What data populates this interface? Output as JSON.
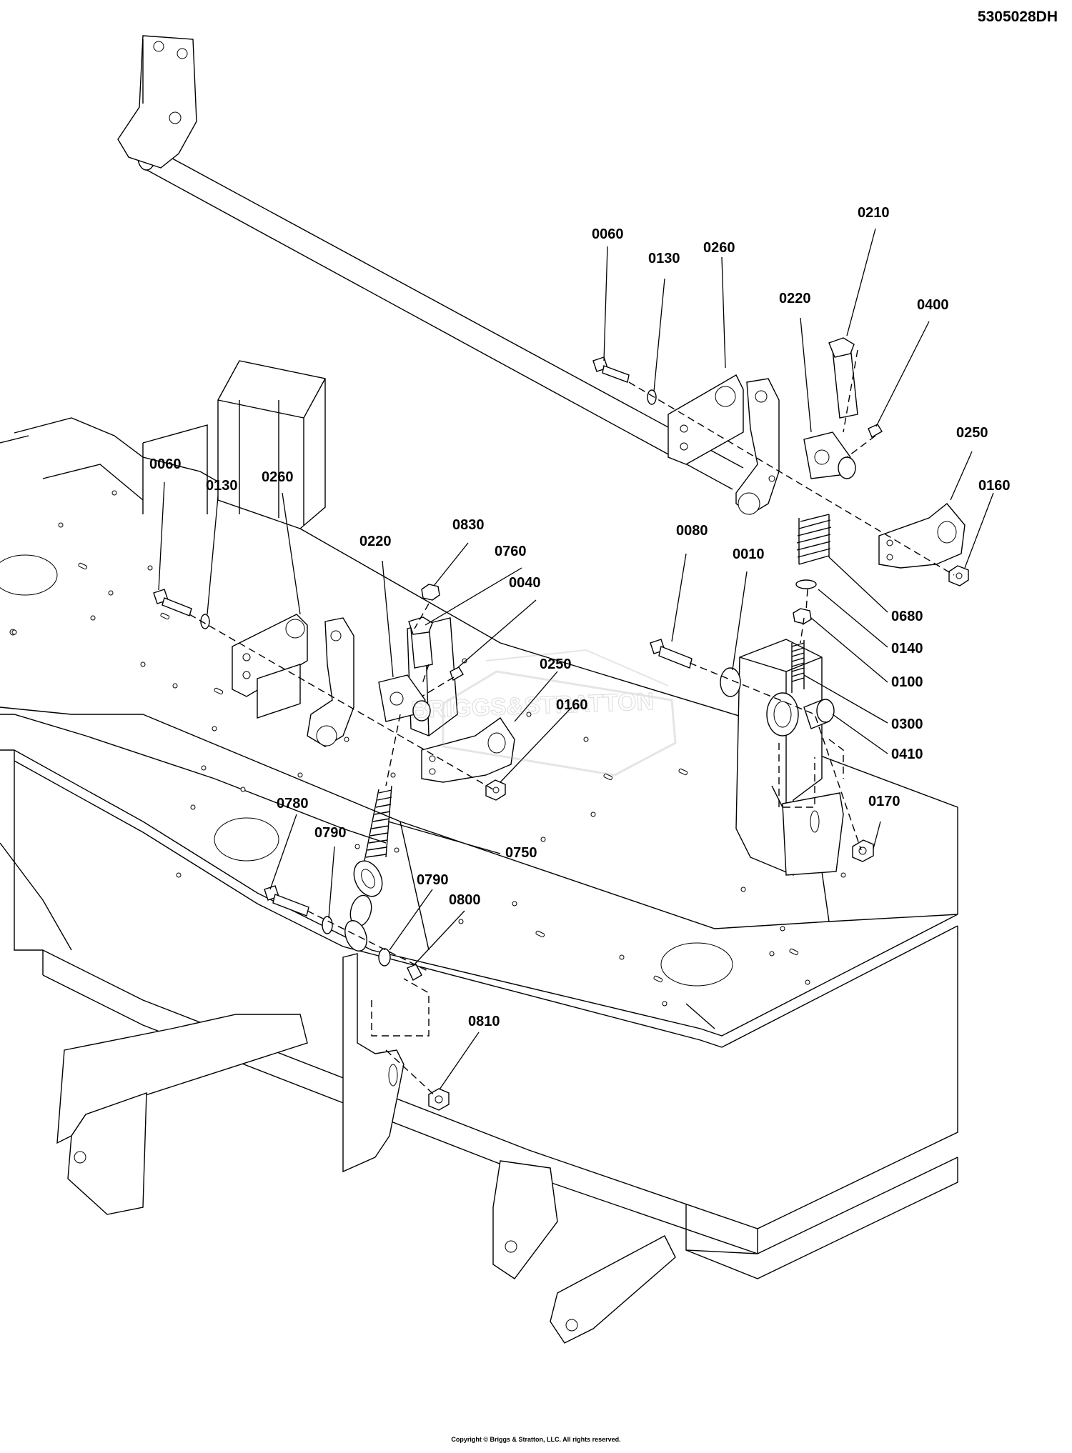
{
  "document": {
    "id": "5305028DH",
    "copyright": "Copyright © Briggs & Stratton, LLC. All rights reserved."
  },
  "watermark": {
    "text": "BRIGGS&STRATTON"
  },
  "callouts": [
    {
      "key": "c-0060-top",
      "label": "0060"
    },
    {
      "key": "c-0130-top",
      "label": "0130"
    },
    {
      "key": "c-0260-top",
      "label": "0260"
    },
    {
      "key": "c-0210",
      "label": "0210"
    },
    {
      "key": "c-0220-top",
      "label": "0220"
    },
    {
      "key": "c-0400",
      "label": "0400"
    },
    {
      "key": "c-0250-top",
      "label": "0250"
    },
    {
      "key": "c-0160-top",
      "label": "0160"
    },
    {
      "key": "c-0060-left",
      "label": "0060"
    },
    {
      "key": "c-0130-left",
      "label": "0130"
    },
    {
      "key": "c-0260-left",
      "label": "0260"
    },
    {
      "key": "c-0220-left",
      "label": "0220"
    },
    {
      "key": "c-0830",
      "label": "0830"
    },
    {
      "key": "c-0760",
      "label": "0760"
    },
    {
      "key": "c-0040",
      "label": "0040"
    },
    {
      "key": "c-0250-left",
      "label": "0250"
    },
    {
      "key": "c-0160-left",
      "label": "0160"
    },
    {
      "key": "c-0080",
      "label": "0080"
    },
    {
      "key": "c-0010",
      "label": "0010"
    },
    {
      "key": "c-0680",
      "label": "0680"
    },
    {
      "key": "c-0140",
      "label": "0140"
    },
    {
      "key": "c-0100",
      "label": "0100"
    },
    {
      "key": "c-0300",
      "label": "0300"
    },
    {
      "key": "c-0410",
      "label": "0410"
    },
    {
      "key": "c-0170",
      "label": "0170"
    },
    {
      "key": "c-0780",
      "label": "0780"
    },
    {
      "key": "c-0790-a",
      "label": "0790"
    },
    {
      "key": "c-0750",
      "label": "0750"
    },
    {
      "key": "c-0790-b",
      "label": "0790"
    },
    {
      "key": "c-0800",
      "label": "0800"
    },
    {
      "key": "c-0810",
      "label": "0810"
    }
  ]
}
